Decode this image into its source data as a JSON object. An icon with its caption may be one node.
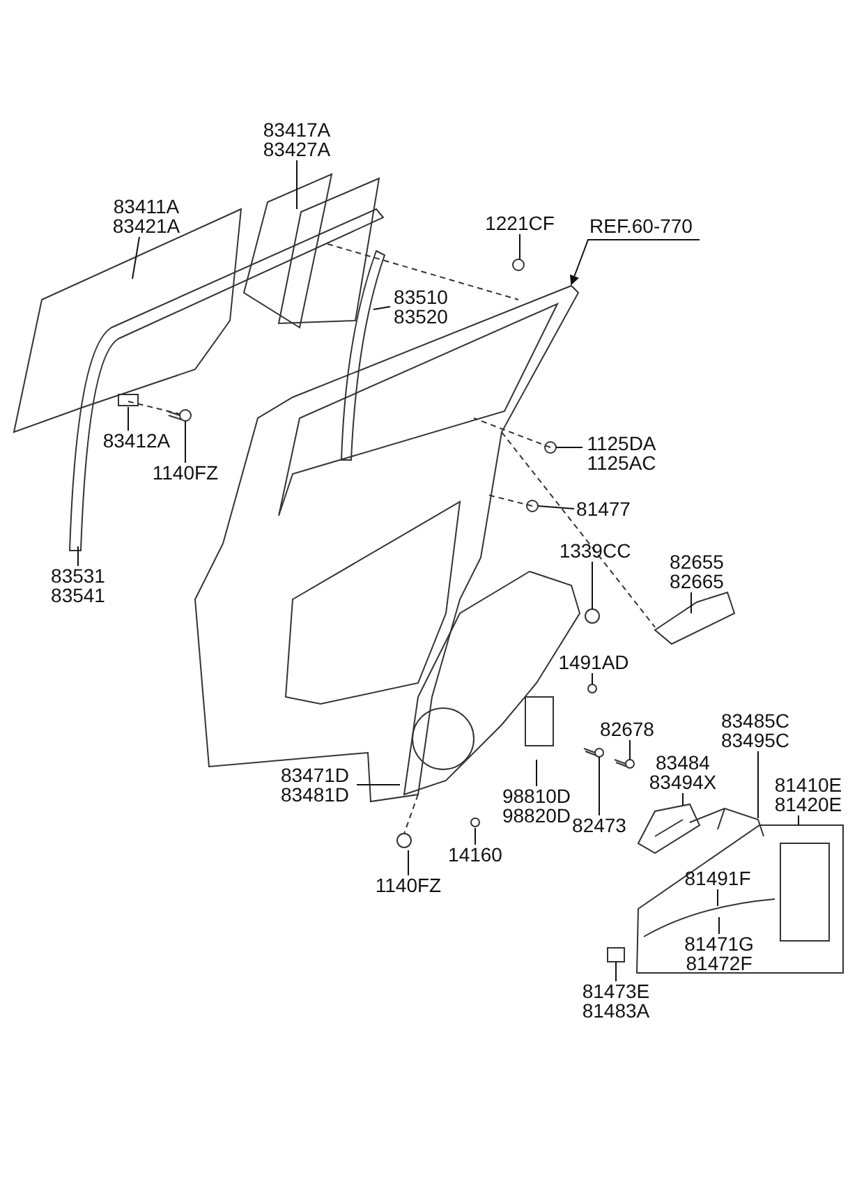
{
  "diagram": {
    "nodes": [
      {
        "text": [
          "83417A 83427A"
        ]
      },
      {
        "text": [
          "83411A 83421A"
        ]
      },
      {
        "text": [
          "83510 83520"
        ]
      },
      {
        "text": [
          "83412A"
        ]
      },
      {
        "text": [
          "1140FZ"
        ]
      },
      {
        "text": [
          "83531 83541"
        ]
      },
      {
        "text": [
          "1221CF"
        ]
      },
      {
        "text": [
          "REF.60-770"
        ]
      },
      {
        "text": [
          "1125DA 1125AC"
        ]
      },
      {
        "text": [
          "81477"
        ]
      },
      {
        "text": [
          "1339CC"
        ]
      },
      {
        "text": [
          "82655 82665"
        ]
      },
      {
        "text": [
          "1491AD"
        ]
      },
      {
        "text": [
          "82678"
        ]
      },
      {
        "text": [
          "83485C 83495C"
        ]
      },
      {
        "text": [
          "83484 83494X"
        ]
      },
      {
        "text": [
          "81410E 81420E"
        ]
      },
      {
        "text": [
          "83471D 83481D"
        ]
      },
      {
        "text": [
          "98810D 98820D"
        ]
      },
      {
        "text": [
          "82473"
        ]
      },
      {
        "text": [
          "14160"
        ]
      },
      {
        "text": [
          "1140FZ"
        ]
      },
      {
        "text": [
          "81491F"
        ]
      },
      {
        "text": [
          "81471G 81472F"
        ]
      },
      {
        "text": [
          "81473E 81483A"
        ]
      },
      {
        "text": [],
        "shape": "picture"
      },
      {
        "text": [],
        "shape": "picture"
      },
      {
        "text": [],
        "shape": "picture"
      },
      {
        "text": [],
        "shape": "picture"
      },
      {
        "text": [],
        "shape": "picture"
      }
    ],
    "edges": [
      {
        "from": 0,
        "to": null,
        "arrow": "none"
      },
      {
        "from": 1,
        "to": null,
        "arrow": "none"
      },
      {
        "from": 2,
        "to": null,
        "arrow": "none"
      },
      {
        "from": 3,
        "to": null,
        "arrow": "none"
      },
      {
        "from": 4,
        "to": 25,
        "arrow": "none"
      },
      {
        "from": 5,
        "to": null,
        "arrow": "none"
      },
      {
        "from": 6,
        "to": null,
        "arrow": "none"
      },
      {
        "from": 7,
        "to": null,
        "arrow": "to"
      },
      {
        "from": 8,
        "to": null,
        "arrow": "none"
      },
      {
        "from": 9,
        "to": null,
        "arrow": "none"
      },
      {
        "from": 10,
        "to": null,
        "arrow": "none"
      },
      {
        "from": 11,
        "to": null,
        "arrow": "none"
      },
      {
        "from": 12,
        "to": null,
        "arrow": "none"
      },
      {
        "from": 13,
        "to": 26,
        "arrow": "none"
      },
      {
        "from": 14,
        "to": 27,
        "arrow": "none"
      },
      {
        "from": 15,
        "to": 29,
        "arrow": "none"
      },
      {
        "from": 16,
        "to": null,
        "arrow": "none"
      },
      {
        "from": 17,
        "to": null,
        "arrow": "none"
      },
      {
        "from": 18,
        "to": null,
        "arrow": "none"
      },
      {
        "from": 19,
        "to": 28,
        "arrow": "none"
      },
      {
        "from": 20,
        "to": null,
        "arrow": "none"
      },
      {
        "from": 21,
        "to": null,
        "arrow": "none"
      },
      {
        "from": 22,
        "to": null,
        "arrow": "none"
      },
      {
        "from": 23,
        "to": null,
        "arrow": "none"
      },
      {
        "from": 24,
        "to": null,
        "arrow": "none"
      }
    ]
  }
}
